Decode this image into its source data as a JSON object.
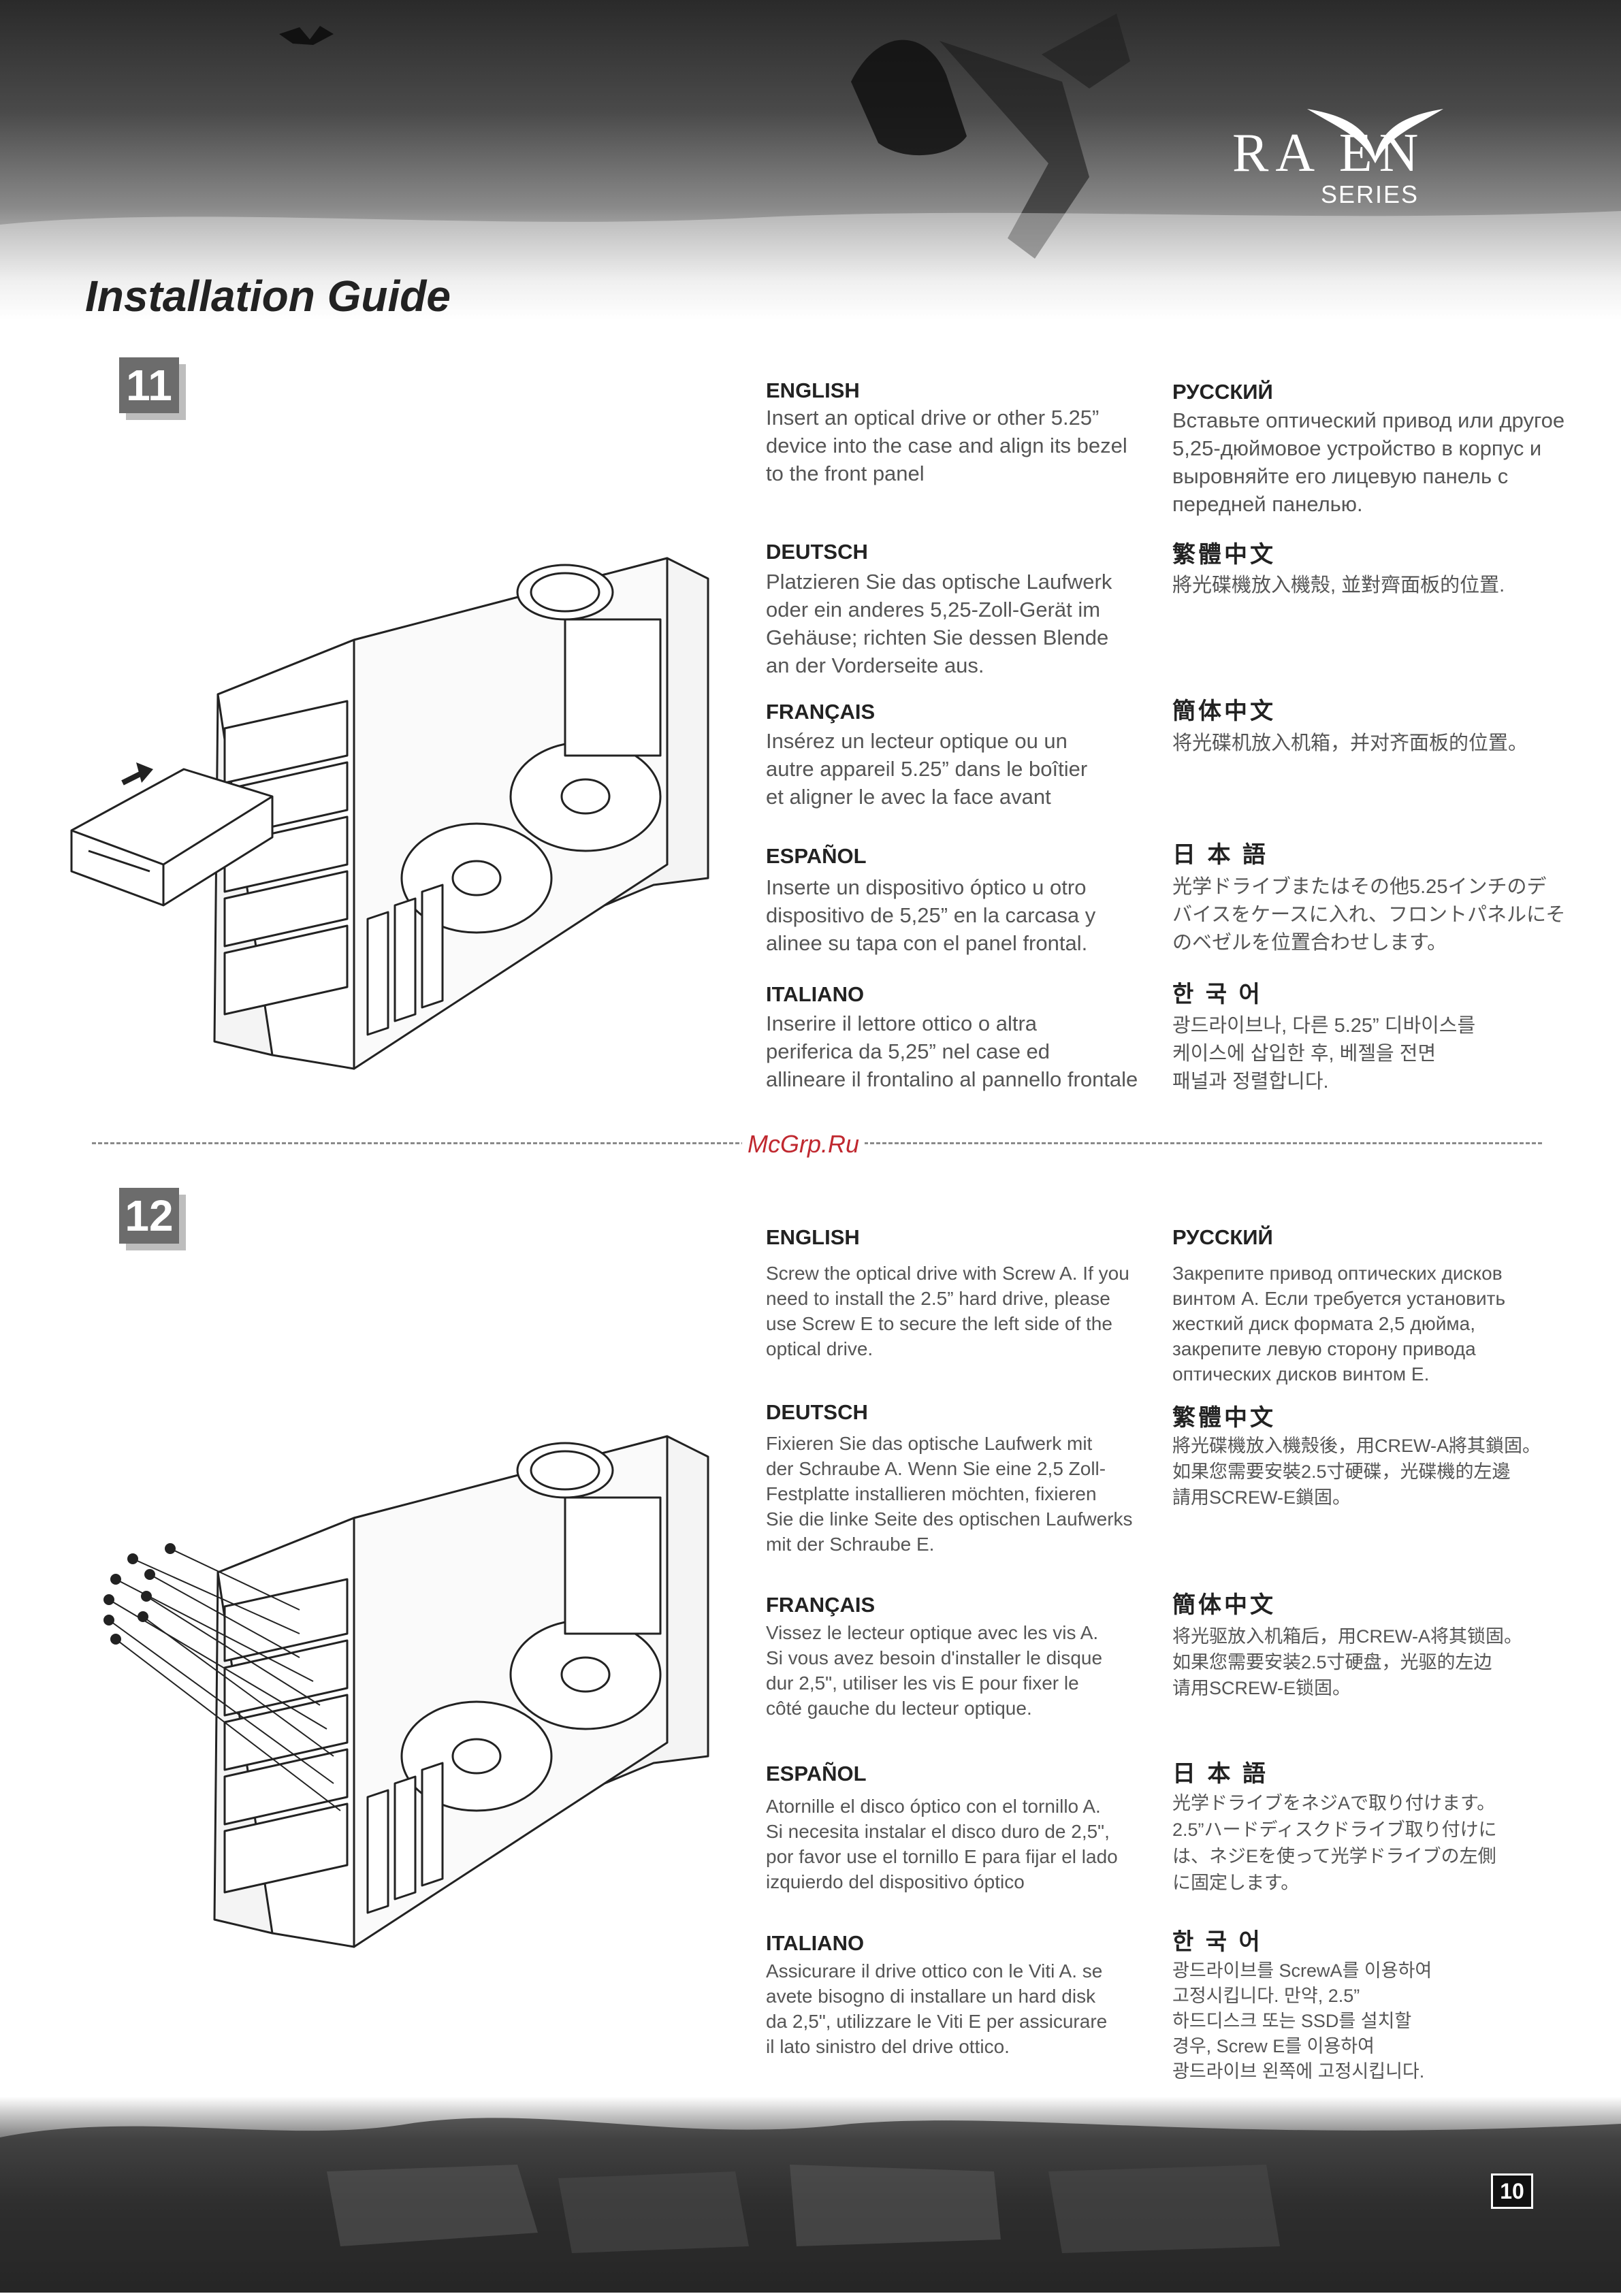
{
  "brand": {
    "logo_text": "RA   EN",
    "series": "SERIES"
  },
  "title": "Installation Guide",
  "watermark": "McGrp.Ru",
  "page_number": "10",
  "steps": [
    {
      "number": "11",
      "en_head": "ENGLISH",
      "en": "Insert an optical drive or other 5.25”\ndevice into the case and align its bezel\nto the front panel",
      "de_head": "DEUTSCH",
      "de": "Platzieren Sie das optische Laufwerk\noder ein anderes 5,25-Zoll-Gerät im\nGehäuse; richten Sie dessen Blende\nan der Vorderseite aus.",
      "fr_head": "FRANÇAIS",
      "fr": "Insérez un lecteur optique ou un\nautre appareil 5.25” dans le boîtier\net aligner le avec la face avant",
      "es_head": "ESPAÑOL",
      "es": "Inserte un dispositivo óptico u otro\ndispositivo de 5,25” en la carcasa y\nalinee su tapa con el panel frontal.",
      "it_head": "ITALIANO",
      "it": "Inserire il lettore ottico o altra\nperiferica da 5,25” nel case ed\nallineare il frontalino al pannello frontale",
      "ru_head": "РУССКИЙ",
      "ru": "Вставьте оптический привод или другое\n5,25-дюймовое устройство в корпус и\nвыровняйте его лицевую панель с\nпередней панелью.",
      "tc_head": "繁體中文",
      "tc": "將光碟機放入機殼, 並對齊面板的位置.",
      "sc_head": "簡体中文",
      "sc": "将光碟机放入机箱，并对齐面板的位置。",
      "jp_head": "日 本 語",
      "jp": "光学ドライブまたはその他5.25インチのデ\nバイスをケースに入れ、フロントパネルにそ\nのベゼルを位置合わせします。",
      "kr_head": "한 국 어",
      "kr": "광드라이브나, 다른 5.25” 디바이스를\n케이스에 삽입한 후, 베젤을 전면\n패널과 정렬합니다."
    },
    {
      "number": "12",
      "en_head": "ENGLISH",
      "en": "Screw the optical drive with Screw A. If you\nneed to install the 2.5” hard drive, please\nuse Screw E to secure the left side of the\noptical drive.",
      "de_head": "DEUTSCH",
      "de": "Fixieren Sie das optische Laufwerk mit\nder Schraube A. Wenn Sie eine 2,5 Zoll-\nFestplatte installieren möchten, fixieren\nSie die linke Seite des optischen Laufwerks\nmit der Schraube E.",
      "fr_head": "FRANÇAIS",
      "fr": "Vissez le lecteur optique avec les vis A.\nSi vous avez besoin d'installer le disque\ndur 2,5\", utiliser les vis E pour fixer le\ncôté gauche du lecteur optique.",
      "es_head": "ESPAÑOL",
      "es": "Atornille el disco óptico con el tornillo A.\nSi necesita instalar el disco duro de 2,5\",\npor favor use el tornillo E para fijar el lado\nizquierdo del dispositivo óptico",
      "it_head": "ITALIANO",
      "it": "Assicurare il drive ottico con le Viti A. se\navete bisogno di installare un hard disk\nda 2,5\", utilizzare le Viti E per assicurare\nil lato sinistro del drive ottico.",
      "ru_head": "РУССКИЙ",
      "ru": "Закрепите привод оптических дисков\nвинтом А. Если требуется установить\nжесткий диск формата 2,5 дюйма,\nзакрепите левую сторону привода\nоптических дисков винтом Е.",
      "tc_head": "繁體中文",
      "tc": "將光碟機放入機殼後，用CREW-A將其鎖固。\n如果您需要安裝2.5寸硬碟，光碟機的左邊\n請用SCREW-E鎖固。",
      "sc_head": "簡体中文",
      "sc": "将光驱放入机箱后，用CREW-A将其锁固。\n如果您需要安装2.5寸硬盘，光驱的左边\n请用SCREW-E锁固。",
      "jp_head": "日 本 語",
      "jp": "光学ドライブをネジAで取り付けます。\n2.5”ハードディスクドライブ取り付けに\nは、ネジEを使って光学ドライブの左側\nに固定します。",
      "kr_head": "한 국 어",
      "kr": "광드라이브를 ScrewA를 이용하여\n고정시킵니다. 만약, 2.5”\n하드디스크 또는 SSD를 설치할\n경우, Screw E를 이용하여\n광드라이브 왼쪽에 고정시킵니다."
    }
  ]
}
